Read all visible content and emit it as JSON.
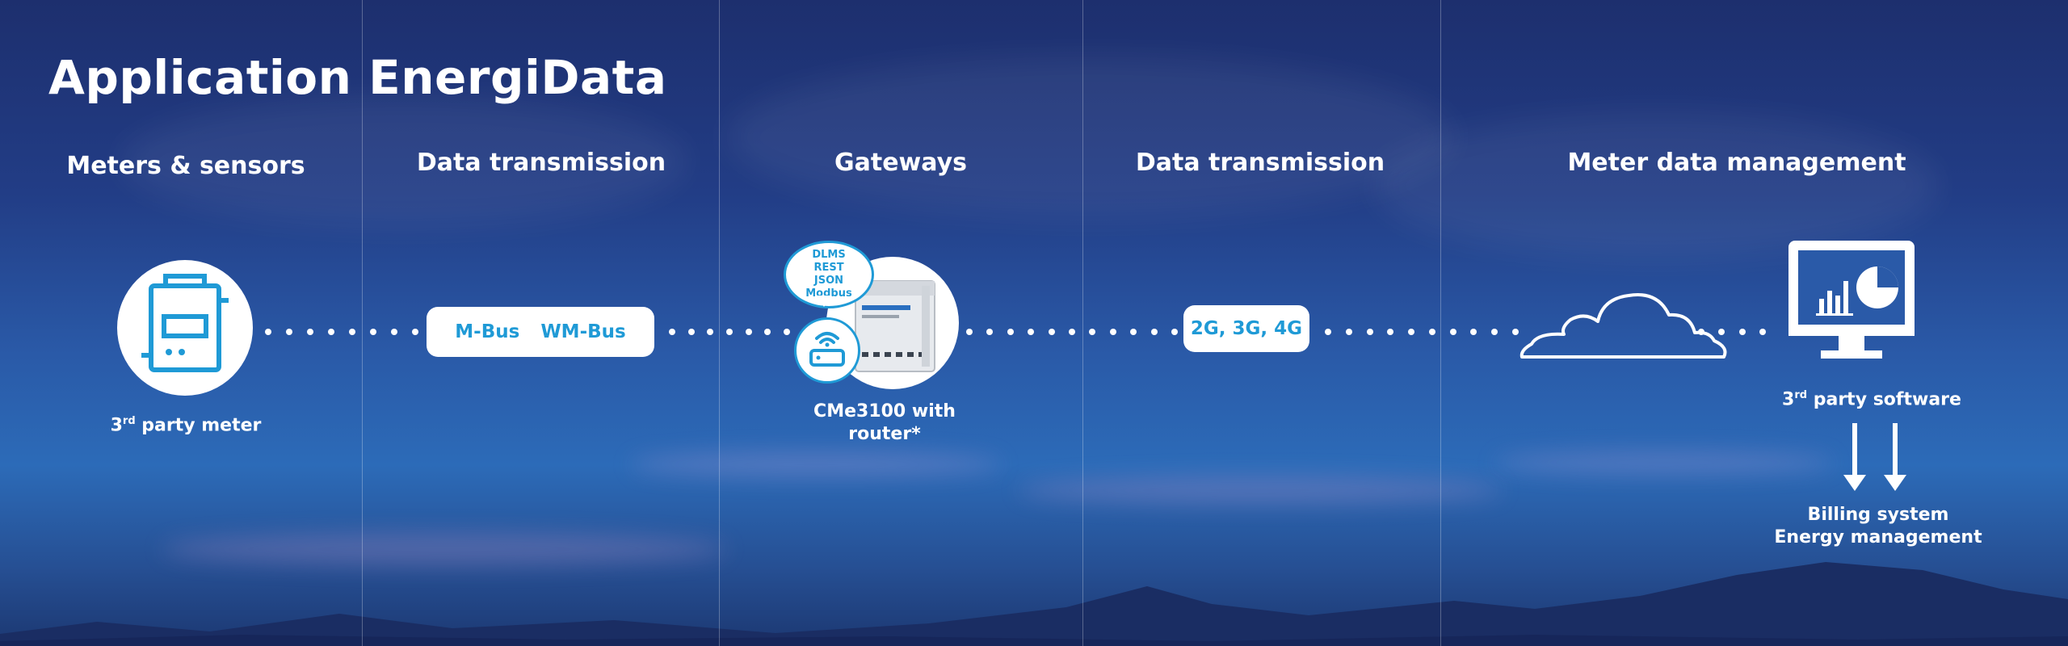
{
  "title": "Application EnergiData",
  "columns": {
    "meters": "Meters & sensors",
    "transmission1": "Data transmission",
    "gateways": "Gateways",
    "transmission2": "Data transmission",
    "mdm": "Meter data management"
  },
  "meter": {
    "caption_main": "3",
    "caption_sup": "rd",
    "caption_rest": " party meter",
    "icon": "meter-icon"
  },
  "bus": {
    "label1": "M-Bus",
    "label2": "WM-Bus"
  },
  "gateway": {
    "protocols": [
      "DLMS",
      "REST",
      "JSON",
      "Modbus"
    ],
    "caption_line1": "CMe3100 with",
    "caption_line2": "router*",
    "icon": "router-icon"
  },
  "cellular": {
    "label": "2G, 3G, 4G"
  },
  "software": {
    "caption_main": "3",
    "caption_sup": "rd",
    "caption_rest": " party software",
    "outputs": [
      "Billing system",
      "Energy management"
    ],
    "icon": "monitor-icon"
  },
  "colors": {
    "accent": "#1f9ad6",
    "white": "#ffffff"
  }
}
